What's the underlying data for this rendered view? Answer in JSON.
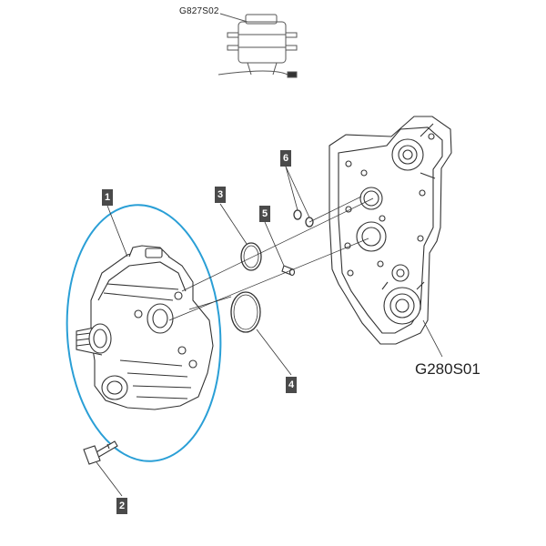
{
  "references": {
    "top": "G827S02",
    "main": "G280S01"
  },
  "callouts": [
    {
      "id": "c1",
      "label": "1"
    },
    {
      "id": "c2",
      "label": "2"
    },
    {
      "id": "c3",
      "label": "3"
    },
    {
      "id": "c4",
      "label": "4"
    },
    {
      "id": "c5",
      "label": "5"
    },
    {
      "id": "c6",
      "label": "6"
    }
  ],
  "colors": {
    "highlight": "#2a9fd6",
    "line": "#333333",
    "callout_bg": "#4a4a4a"
  }
}
